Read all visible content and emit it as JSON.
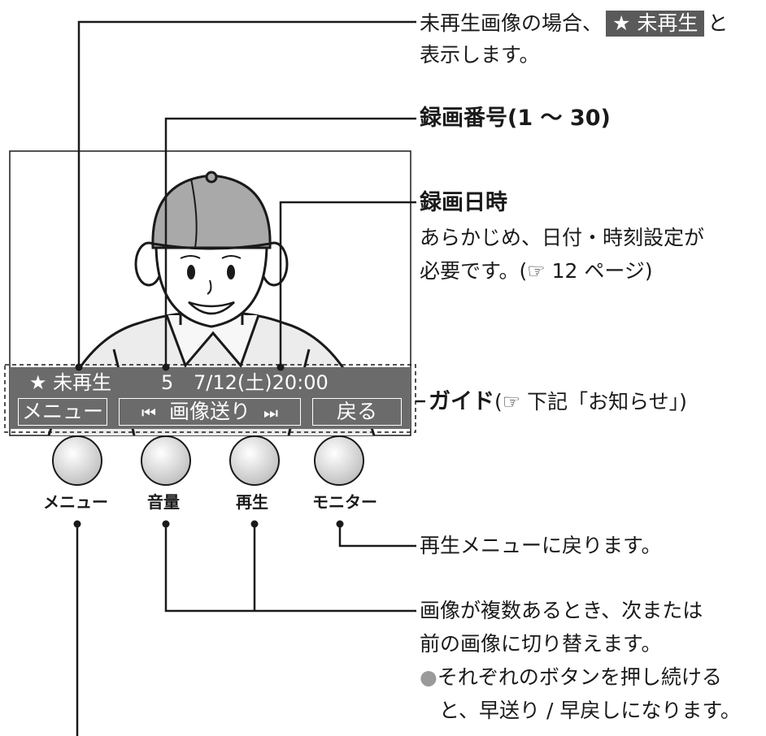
{
  "screen": {
    "unplayed_label": "★ 未再生",
    "record_number": "5",
    "record_datetime": "7/12(土)20:00",
    "guide_buttons": {
      "menu": "メニュー",
      "image_advance": "画像送り",
      "back": "戻る"
    },
    "prev_icon": "skip-previous-icon",
    "next_icon": "skip-next-icon"
  },
  "physical_buttons": {
    "menu": "メニュー",
    "volume": "音量",
    "play": "再生",
    "monitor": "モニター"
  },
  "callouts": {
    "unplayed": {
      "line1_before": "未再生画像の場合、",
      "line1_badge": "★ 未再生",
      "line1_after": "と",
      "line2": "表示します。"
    },
    "record_number": {
      "title": "録画番号(1 ～ 30)"
    },
    "record_datetime": {
      "title": "録画日時",
      "line1": "あらかじめ、日付・時刻設定が",
      "line2": "必要です。(☞ 12 ページ)"
    },
    "guide": {
      "title": "ガイド",
      "ref": "(☞ 下記「お知らせ」)"
    },
    "monitor": {
      "text": "再生メニューに戻ります。"
    },
    "volume_play": {
      "line1": "画像が複数あるとき、次または",
      "line2": "前の画像に切り替えます。",
      "bullet": "●",
      "line3": "それぞれのボタンを押し続ける",
      "line4": "と、早送り / 早戻しになります。"
    }
  },
  "colors": {
    "screen_bar": "#6b6b6b",
    "face_fill": "#ffffff",
    "cap_fill": "#a9a9a9",
    "button_fill": "#e6e6e6",
    "line": "#1a1a1a"
  }
}
